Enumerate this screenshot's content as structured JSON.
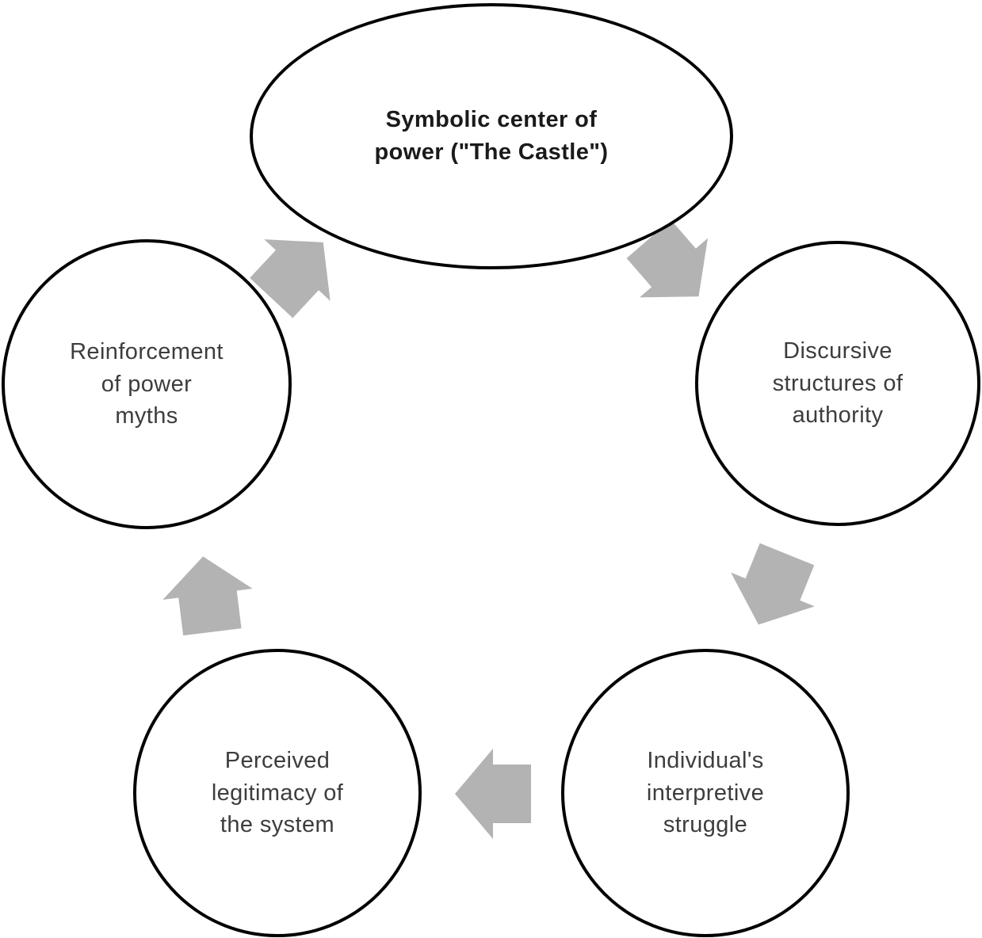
{
  "diagram": {
    "type": "cycle",
    "colors": {
      "arrow_fill": "#b3b3b3",
      "node_border": "#000000",
      "title_text": "#1a1a1a",
      "body_text": "#3d3d3d",
      "background": "#ffffff"
    },
    "nodes": [
      {
        "id": "symbolic-center",
        "shape": "ellipse",
        "emphasis": "bold",
        "lines": [
          "Symbolic center of",
          "power (\"The Castle\")"
        ]
      },
      {
        "id": "discursive-structures",
        "shape": "circle",
        "lines": [
          "Discursive",
          "structures of",
          "authority"
        ]
      },
      {
        "id": "individual-struggle",
        "shape": "circle",
        "lines": [
          "Individual's",
          "interpretive",
          "struggle"
        ]
      },
      {
        "id": "perceived-legitimacy",
        "shape": "circle",
        "lines": [
          "Perceived",
          "legitimacy of",
          "the system"
        ]
      },
      {
        "id": "reinforcement-myths",
        "shape": "circle",
        "lines": [
          "Reinforcement",
          "of power",
          "myths"
        ]
      }
    ],
    "arrows": [
      {
        "from": "reinforcement-myths",
        "to": "symbolic-center",
        "direction": "up-right"
      },
      {
        "from": "symbolic-center",
        "to": "discursive-structures",
        "direction": "down-right"
      },
      {
        "from": "discursive-structures",
        "to": "individual-struggle",
        "direction": "down-left"
      },
      {
        "from": "individual-struggle",
        "to": "perceived-legitimacy",
        "direction": "left"
      },
      {
        "from": "perceived-legitimacy",
        "to": "reinforcement-myths",
        "direction": "up"
      }
    ]
  }
}
